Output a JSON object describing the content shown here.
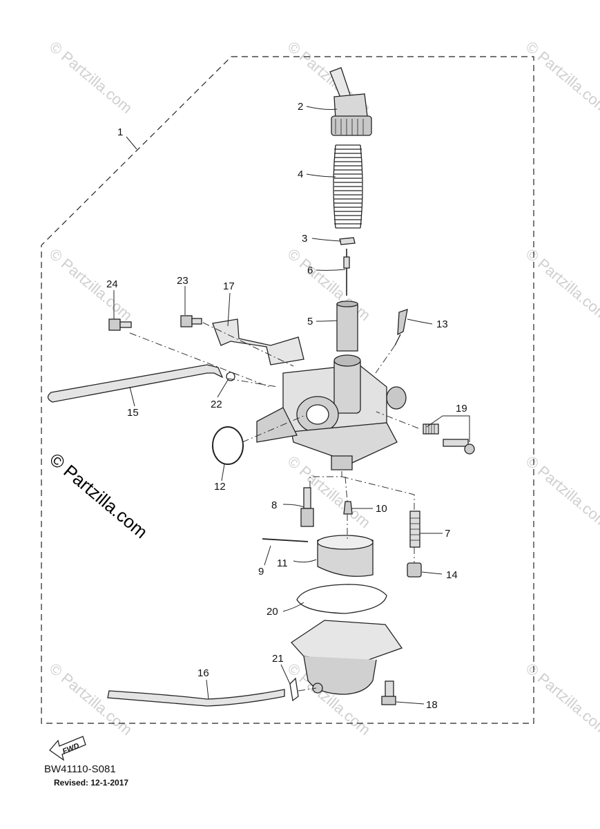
{
  "diagram": {
    "callouts": [
      "1",
      "2",
      "3",
      "4",
      "5",
      "6",
      "7",
      "8",
      "9",
      "10",
      "11",
      "12",
      "13",
      "14",
      "15",
      "16",
      "17",
      "18",
      "19",
      "20",
      "21",
      "22",
      "23",
      "24"
    ],
    "watermark": "© Partzilla.com",
    "fwd_label": "FWD"
  },
  "footer": {
    "code": "BW41110-S081",
    "revised": "Revised: 12-1-2017"
  }
}
